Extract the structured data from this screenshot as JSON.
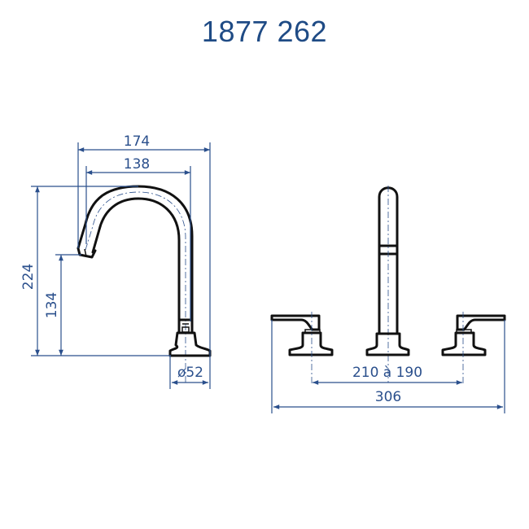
{
  "title": "1877 262",
  "dimensions": {
    "spout_reach_outer": "174",
    "spout_reach_inner": "138",
    "total_height": "224",
    "spout_outlet_height": "134",
    "base_diameter": "ø52",
    "handle_spacing": "210 à 190",
    "overall_width": "306"
  },
  "colors": {
    "title": "#1f4b85",
    "dimension_lines": "#2a4f8c",
    "part_outline": "#111111"
  },
  "views": {
    "side_view": "faucet-side-view",
    "front_view": "three-piece-front-view"
  }
}
